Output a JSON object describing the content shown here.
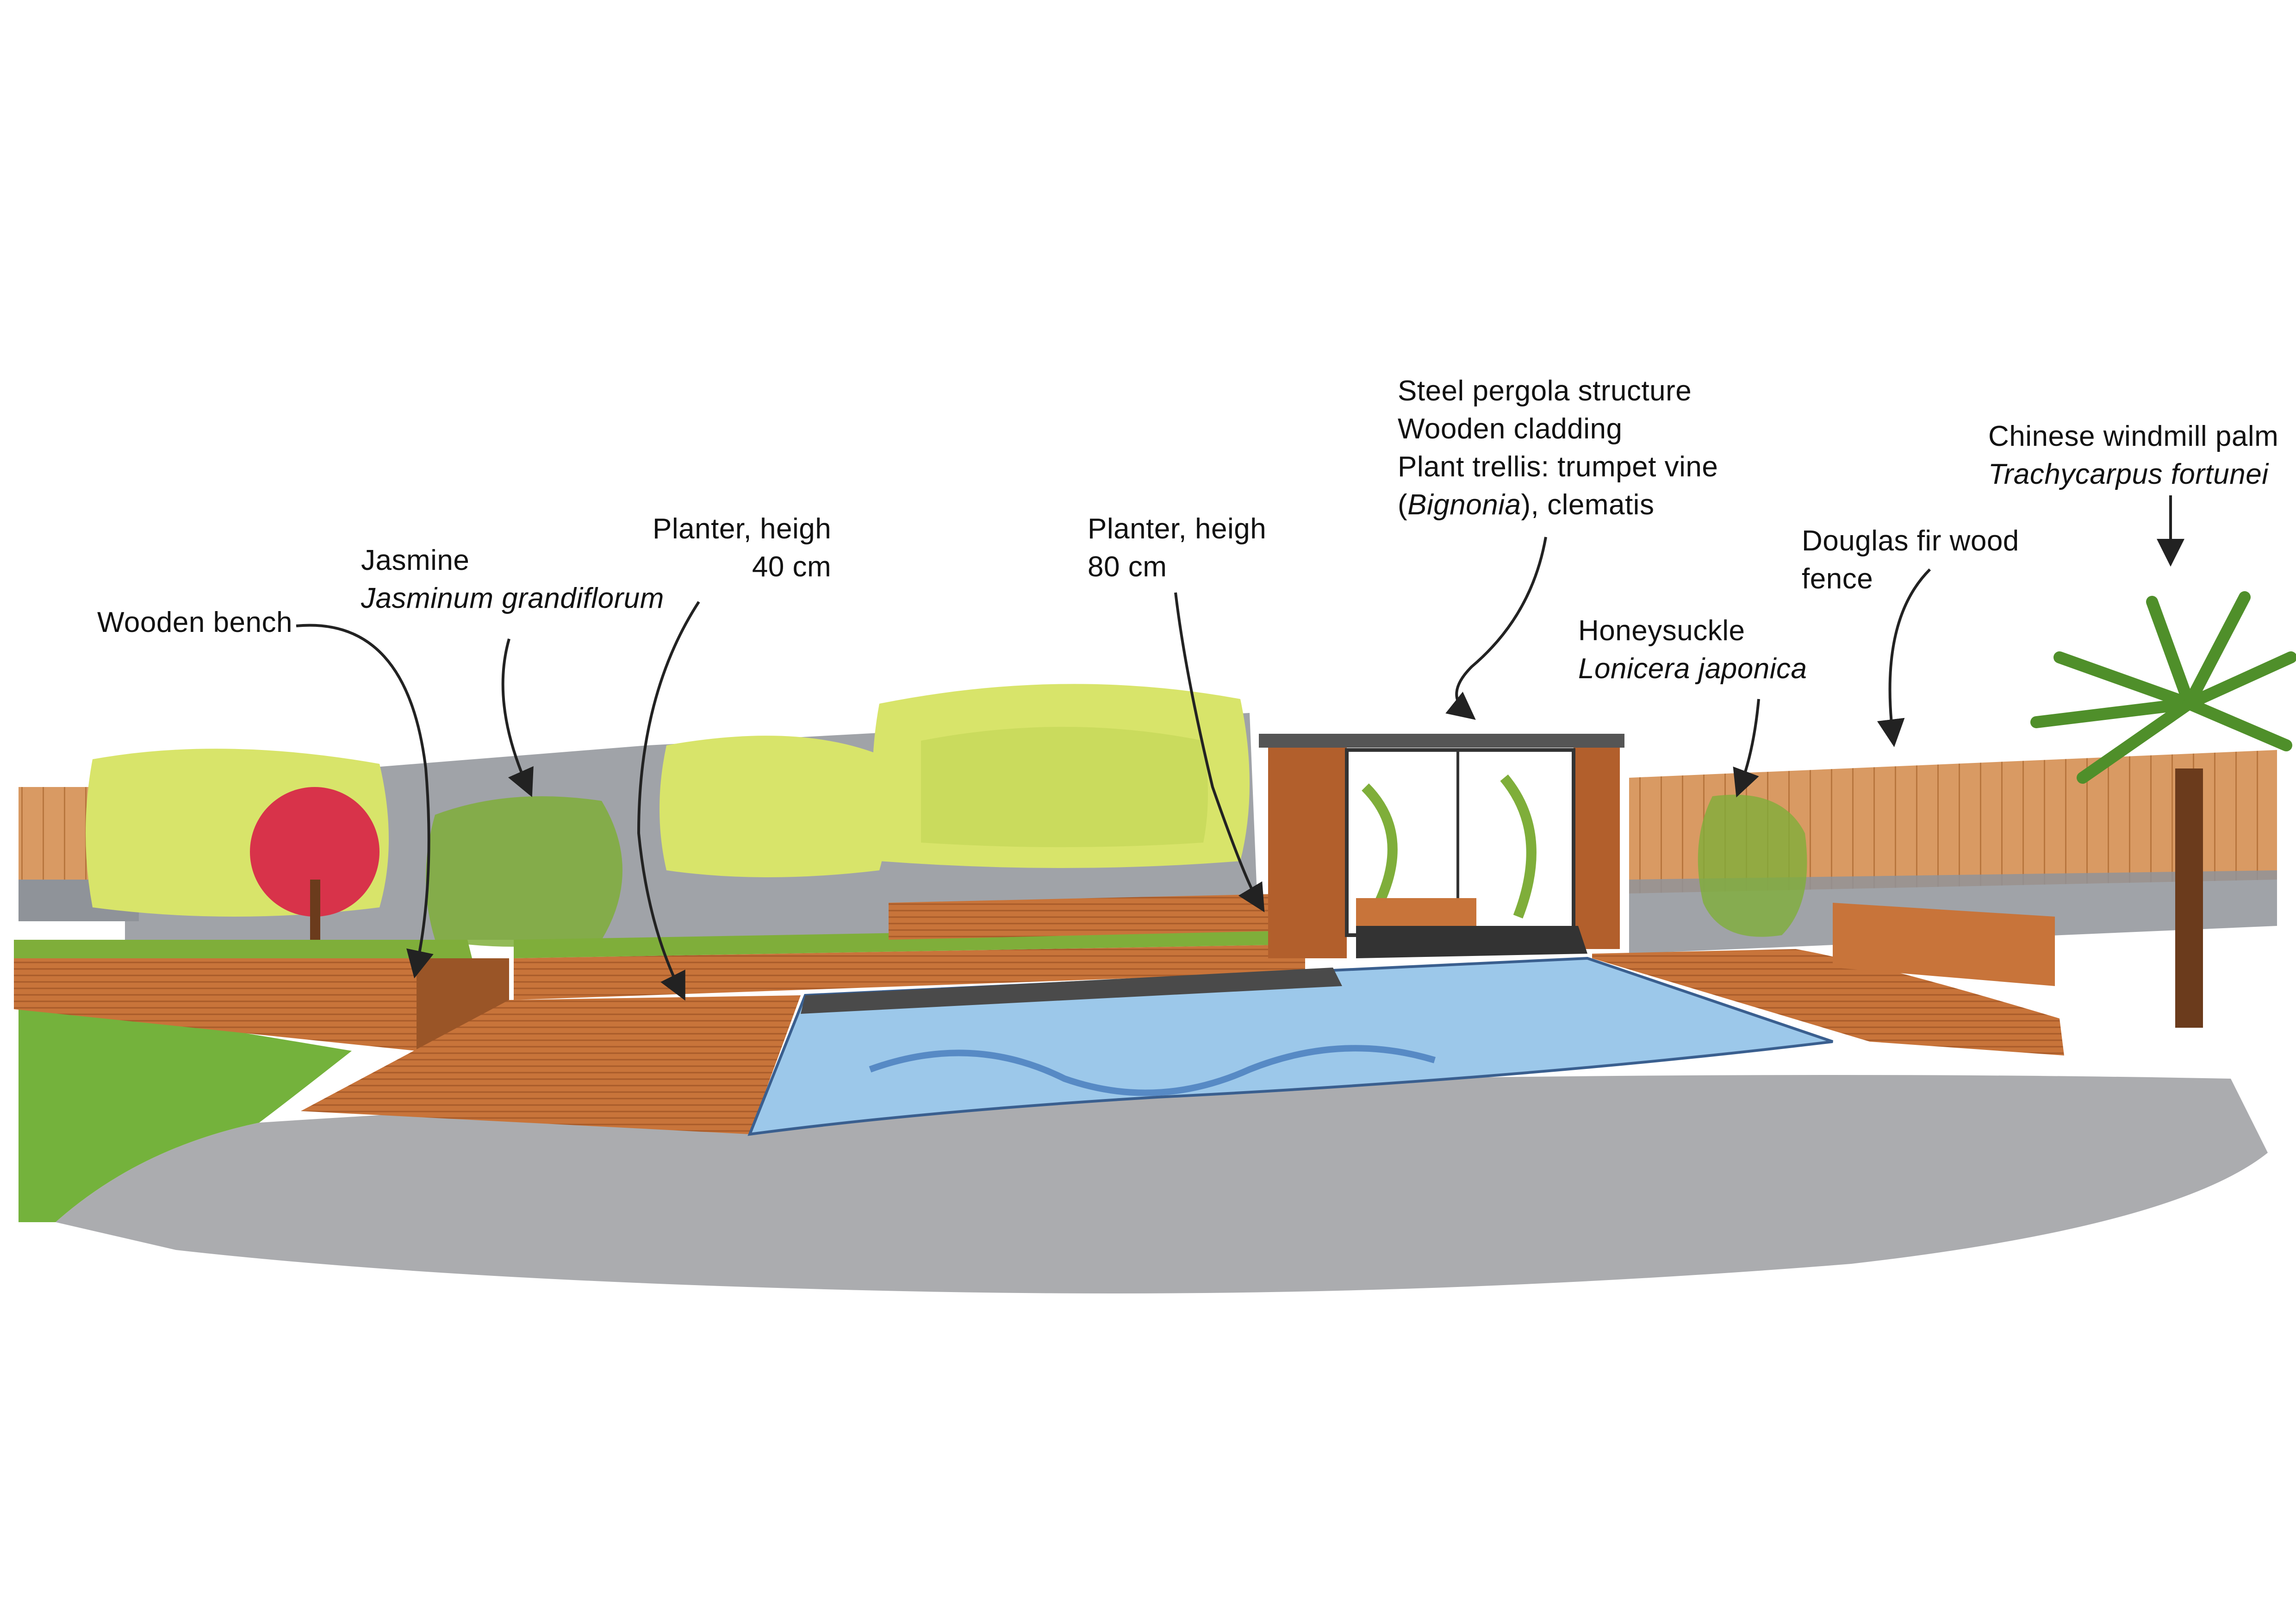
{
  "colors": {
    "wood": "#c8743a",
    "wood_dark": "#9a5527",
    "fence": "#d99a63",
    "wall_grey": "#8f9399",
    "foliage_yellow": "#d8e46a",
    "foliage_green": "#7fae3a",
    "accent_red": "#d8334a",
    "water": "#9cc8ea",
    "paving": "#a6a8ab",
    "lawn": "#74b23c"
  },
  "labels": {
    "bench": {
      "line1": "Wooden bench"
    },
    "jasmine": {
      "line1": "Jasmine",
      "line2": "Jasminum grandiflorum"
    },
    "planter40": {
      "line1": "Planter, heigh",
      "line2": "40 cm"
    },
    "planter80": {
      "line1": "Planter, heigh",
      "line2": "80 cm"
    },
    "pergola": {
      "line1": "Steel pergola structure",
      "line2": "Wooden cladding",
      "line3": "Plant trellis: trumpet vine",
      "line4_open": "(",
      "line4_italic": "Bignonia",
      "line4_rest": "), clematis"
    },
    "honeysuckle": {
      "line1": "Honeysuckle",
      "line2": "Lonicera japonica"
    },
    "fence": {
      "line1": "Douglas fir wood",
      "line2": "fence"
    },
    "palm": {
      "line1": "Chinese windmill palm",
      "line2": "Trachycarpus fortunei"
    }
  }
}
